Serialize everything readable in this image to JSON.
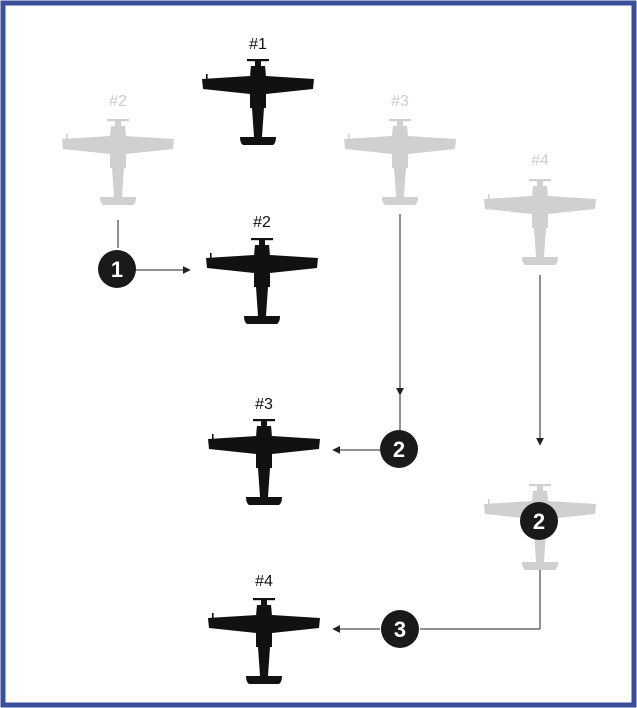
{
  "frame_color": "#3a4f9a",
  "aircraft_labels": {
    "lead": "#1",
    "wing_2": "#2",
    "wing_3": "#3",
    "wing_4": "#4"
  },
  "step_numbers": {
    "step_1": "1",
    "step_2": "2",
    "step_3": "3"
  },
  "icons": {
    "aircraft": "airplane-silhouette-icon",
    "step_marker": "numbered-circle-icon"
  }
}
